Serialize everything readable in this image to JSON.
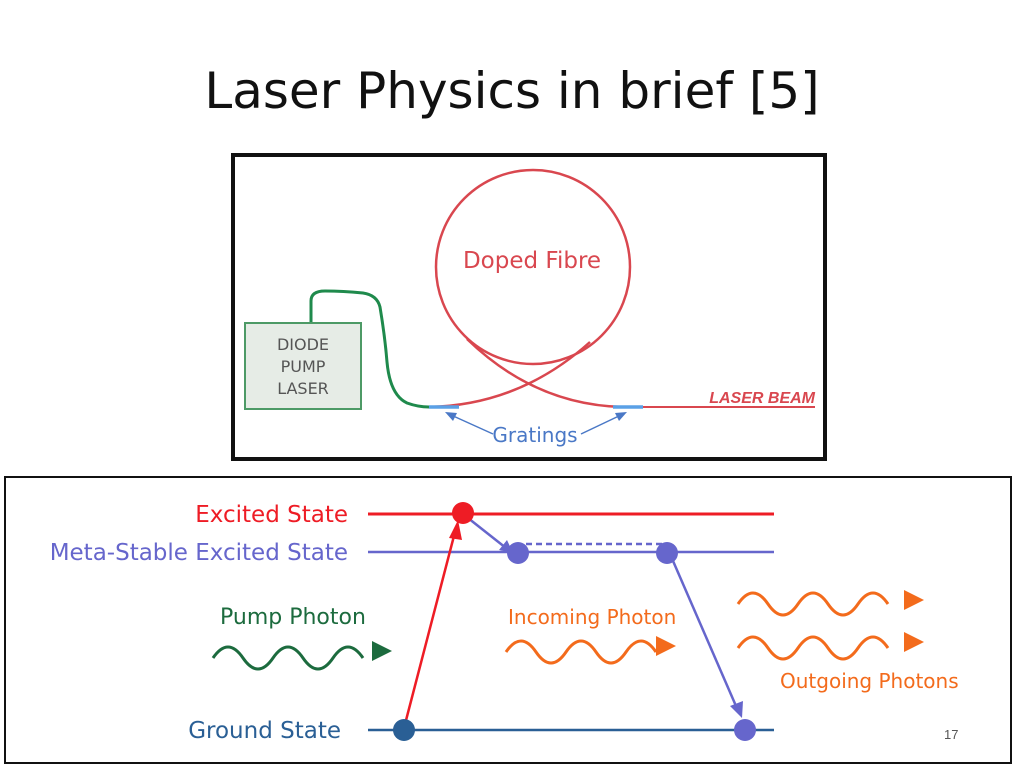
{
  "slide": {
    "title": "Laser Physics in brief [5]",
    "page_number": "17"
  },
  "fibre_diagram": {
    "doped_fibre_label": "Doped Fibre",
    "diode_label_lines": [
      "DIODE",
      "PUMP",
      "LASER"
    ],
    "laser_beam_label": "LASER BEAM",
    "gratings_label": "Gratings",
    "colors": {
      "fibre": "#d9474f",
      "pump_fibre": "#1f8a4c",
      "grating": "#5aa0e6",
      "diode_box": "#4d9a66",
      "diode_fill": "#e6ece6",
      "gratings_text": "#4a78c6",
      "laser_beam": "#d9474f"
    }
  },
  "energy_diagram": {
    "excited_state_label": "Excited State",
    "meta_stable_label": "Meta-Stable Excited State",
    "ground_state_label": "Ground State",
    "pump_photon_label": "Pump Photon",
    "incoming_photon_label": "Incoming Photon",
    "outgoing_photons_label": "Outgoing Photons",
    "colors": {
      "excited": "#ee1c25",
      "meta_stable": "#6666cc",
      "ground": "#2a5f95",
      "pump": "#1c6b3e",
      "photon": "#f36b1c"
    }
  }
}
